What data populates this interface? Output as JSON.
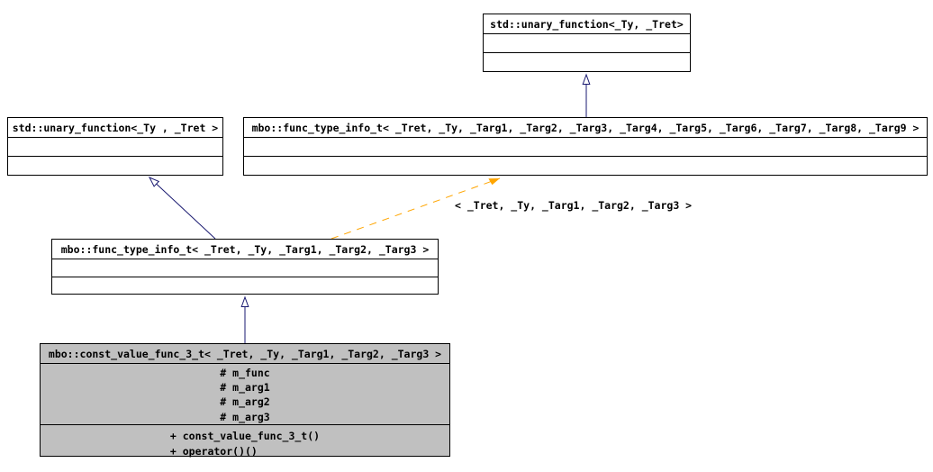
{
  "diagram": {
    "type": "uml-class-inheritance-graph",
    "background": "#ffffff",
    "colors": {
      "node_border": "#000000",
      "node_fill": "#ffffff",
      "current_node_fill": "#c0c0c0",
      "inheritance_arrow": "#191970",
      "template_arrow": "#ffa500",
      "text": "#000000"
    },
    "nodes": [
      {
        "id": "top",
        "title": "std::unary_function<_Ty, _Tret>"
      },
      {
        "id": "left",
        "title": "std::unary_function<_Ty , _Tret >"
      },
      {
        "id": "right",
        "title": "mbo::func_type_info_t< _Tret, _Ty, _Targ1, _Targ2, _Targ3, _Targ4, _Targ5, _Targ6, _Targ7, _Targ8, _Targ9 >"
      },
      {
        "id": "middle",
        "title": "mbo::func_type_info_t< _Tret, _Ty, _Targ1, _Targ2, _Targ3 >"
      },
      {
        "id": "current",
        "title": "mbo::const_value_func_3_t< _Tret, _Ty, _Targ1, _Targ2, _Targ3 >",
        "attributes": [
          "# m_func",
          "# m_arg1",
          "# m_arg2",
          "# m_arg3"
        ],
        "methods": [
          "+ const_value_func_3_t()",
          "+ operator()()"
        ]
      }
    ],
    "edges": [
      {
        "from": "right",
        "to": "top",
        "type": "inheritance"
      },
      {
        "from": "middle",
        "to": "left",
        "type": "inheritance"
      },
      {
        "from": "current",
        "to": "middle",
        "type": "inheritance"
      },
      {
        "from": "middle",
        "to": "right",
        "type": "template-instantiation",
        "label": "< _Tret, _Ty, _Targ1, _Targ2, _Targ3 >"
      }
    ]
  }
}
